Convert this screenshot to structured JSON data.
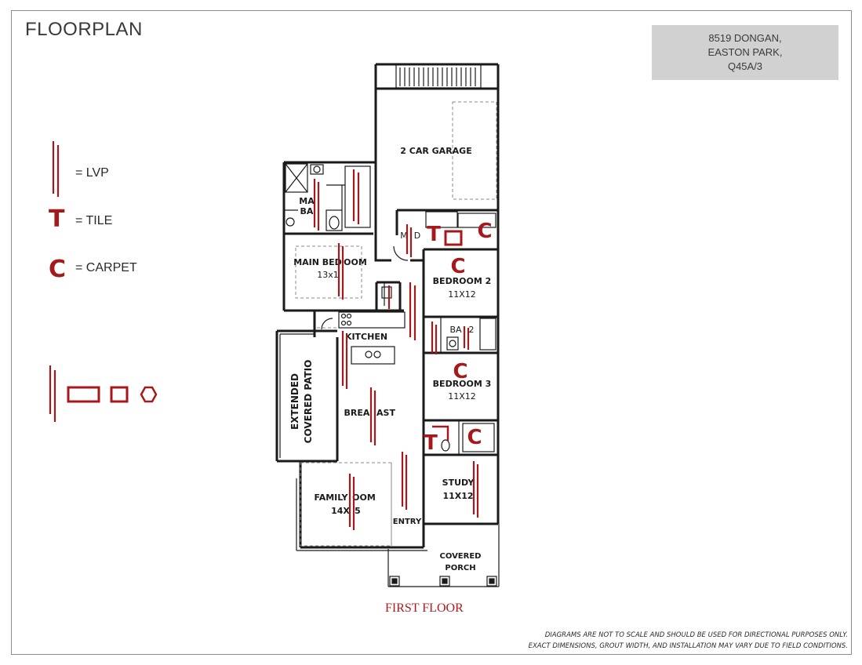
{
  "header": {
    "title": "FLOORPLAN"
  },
  "address": {
    "line1": "8519 DONGAN,",
    "line2": "EASTON PARK,",
    "line3": "Q45A/3"
  },
  "legend": {
    "lvp": {
      "label": "= LVP"
    },
    "tile": {
      "symbol": "T",
      "label": "= TILE"
    },
    "carpet": {
      "symbol": "C",
      "label": "= CARPET"
    }
  },
  "rooms": {
    "garage": "2 CAR GARAGE",
    "main_bath_a": "MA",
    "main_bath_b": "BA",
    "main_bedroom": "MAIN BED",
    "main_bedroom_b": "OOM",
    "main_bedroom_size": "13x1",
    "mud": "M",
    "mud_b": "D",
    "bedroom2": "BEDROOM 2",
    "bedroom2_size": "11X12",
    "kitchen": "KITCHEN",
    "bath2_a": "BA",
    "bath2_b": "2",
    "bedroom3": "BEDROOM 3",
    "bedroom3_size": "11X12",
    "patio_line1": "EXTENDED",
    "patio_line2": "COVERED PATIO",
    "breakfast_a": "BREA",
    "breakfast_b": "AST",
    "study": "STUDY",
    "study_size": "11X12",
    "family_a": "FAMILY",
    "family_b": "OOM",
    "family_size_a": "14X",
    "family_size_b": "5",
    "entry": "ENTRY",
    "porch_line1": "COVERED",
    "porch_line2": "PORCH"
  },
  "markers": {
    "tile": "T",
    "carpet": "C"
  },
  "footer": {
    "floor_label": "FIRST FLOOR",
    "disclaimer_line1": "DIAGRAMS ARE NOT TO SCALE AND SHOULD BE USED FOR DIRECTIONAL PURPOSES ONLY.",
    "disclaimer_line2": "EXACT DIMENSIONS, GROUT WIDTH, AND INSTALLATION MAY VARY DUE TO FIELD CONDITIONS."
  },
  "colors": {
    "marker_red": "#a5191d",
    "wall": "#1a1a1a",
    "address_bg": "#d1d1d1"
  }
}
